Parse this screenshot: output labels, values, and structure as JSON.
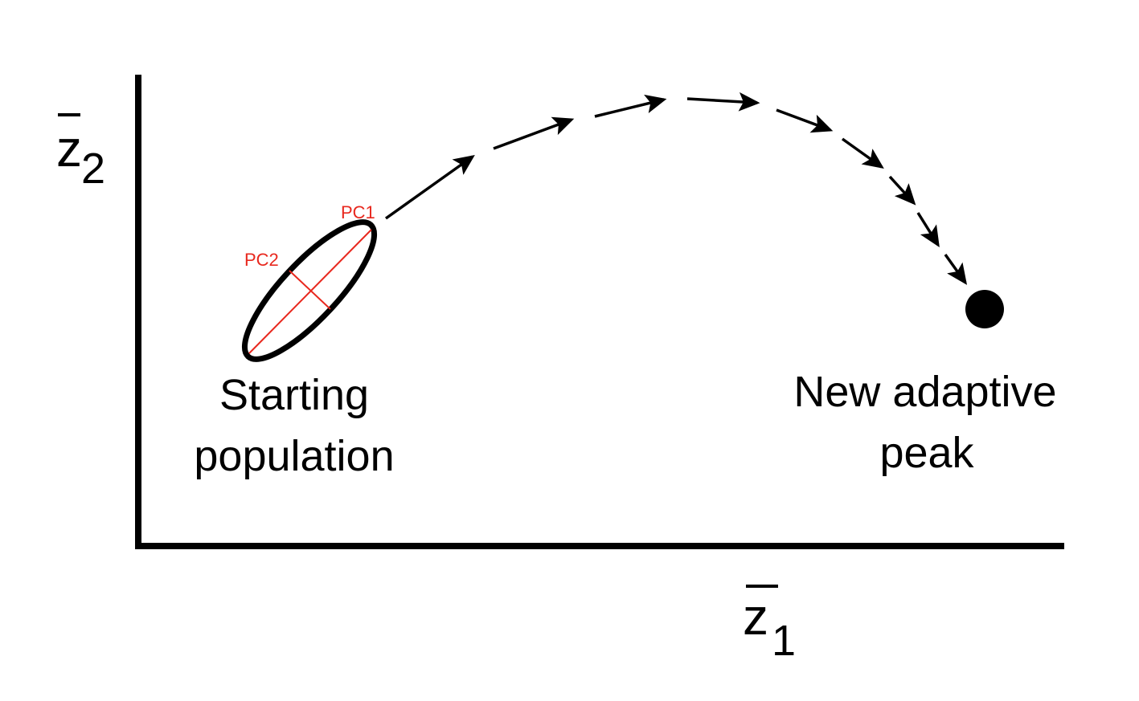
{
  "axes": {
    "x_label": "z",
    "x_subscript": "1",
    "y_label": "z",
    "y_subscript": "2"
  },
  "start": {
    "caption_line1": "Starting",
    "caption_line2": "population",
    "pc1_label": "PC1",
    "pc2_label": "PC2"
  },
  "peak": {
    "caption_line1": "New adaptive",
    "caption_line2": "peak"
  },
  "colors": {
    "axis": "#000000",
    "principal_components": "#e8281e",
    "trajectory": "#000000"
  }
}
